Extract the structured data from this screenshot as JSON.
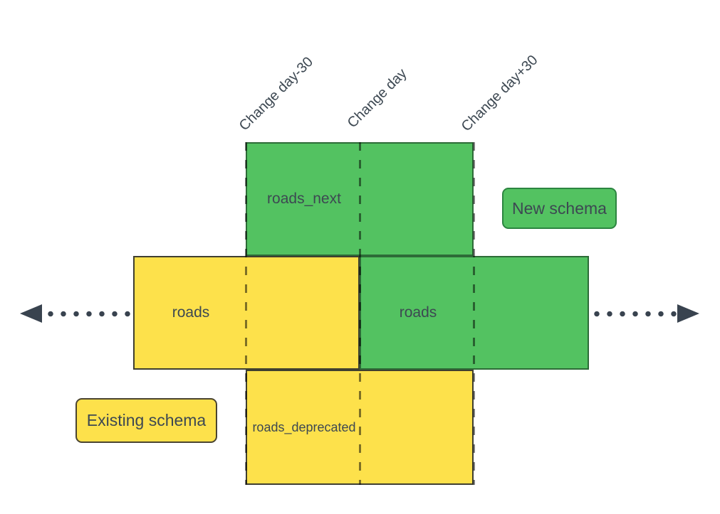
{
  "timeline_labels": [
    {
      "label": "Change day-30"
    },
    {
      "label": "Change day"
    },
    {
      "label": "Change day+30"
    }
  ],
  "boxes": [
    {
      "label": "roads_next",
      "schema": "new"
    },
    {
      "label": "roads",
      "schema": "existing"
    },
    {
      "label": "roads",
      "schema": "new"
    },
    {
      "label": "roads_deprecated",
      "schema": "existing"
    }
  ],
  "legend": [
    {
      "label": "New schema",
      "schema": "new"
    },
    {
      "label": "Existing schema",
      "schema": "existing"
    }
  ],
  "colors": {
    "new_fill": "#53c261",
    "new_border": "#2d6b37",
    "existing_fill": "#fde14b",
    "existing_border": "#3f3f30",
    "badge_new_border": "#2c8540",
    "badge_existing_border": "#4a4430",
    "arrow": "#39434f",
    "text": "#3d4852",
    "dash": "rgba(0,0,0,0.5)",
    "background": "#ffffff"
  }
}
